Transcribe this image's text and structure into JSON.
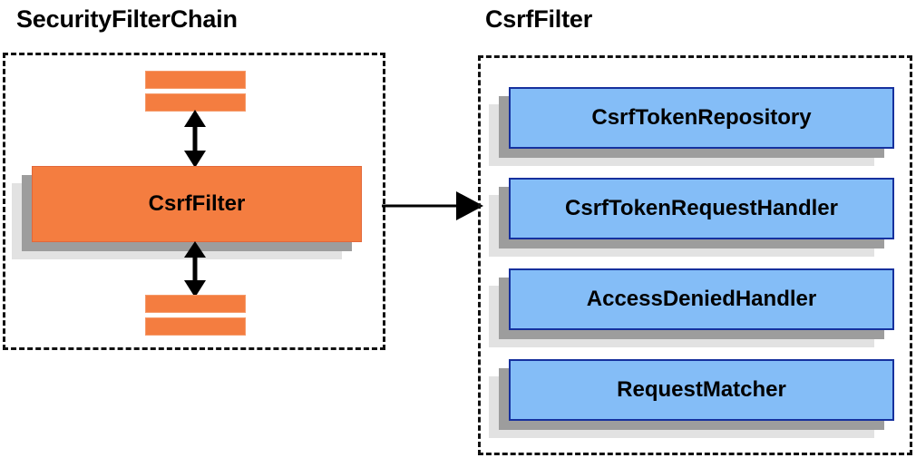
{
  "diagram": {
    "title_left": "SecurityFilterChain",
    "title_right": "CsrfFilter",
    "colors": {
      "orange_fill": "#F47D40",
      "orange_border": "#E2673A",
      "blue_fill": "#84BDF7",
      "blue_border": "#16319E",
      "shadow_near": "#9D9D9D",
      "shadow_far": "#E2E2E2",
      "stroke": "#000000"
    }
  },
  "left_panel": {
    "title": "SecurityFilterChain",
    "highlighted_filter": "CsrfFilter",
    "filters_above_count": 2,
    "filters_below_count": 2,
    "arrows": [
      {
        "name": "arrow-above-csrffilter",
        "kind": "double-headed-vertical"
      },
      {
        "name": "arrow-below-csrffilter",
        "kind": "double-headed-vertical"
      }
    ]
  },
  "connector": {
    "name": "arrow-left-to-right",
    "kind": "single-headed-horizontal"
  },
  "right_panel": {
    "title": "CsrfFilter",
    "collaborators": [
      {
        "label": "CsrfTokenRepository"
      },
      {
        "label": "CsrfTokenRequestHandler"
      },
      {
        "label": "AccessDeniedHandler"
      },
      {
        "label": "RequestMatcher"
      }
    ]
  }
}
